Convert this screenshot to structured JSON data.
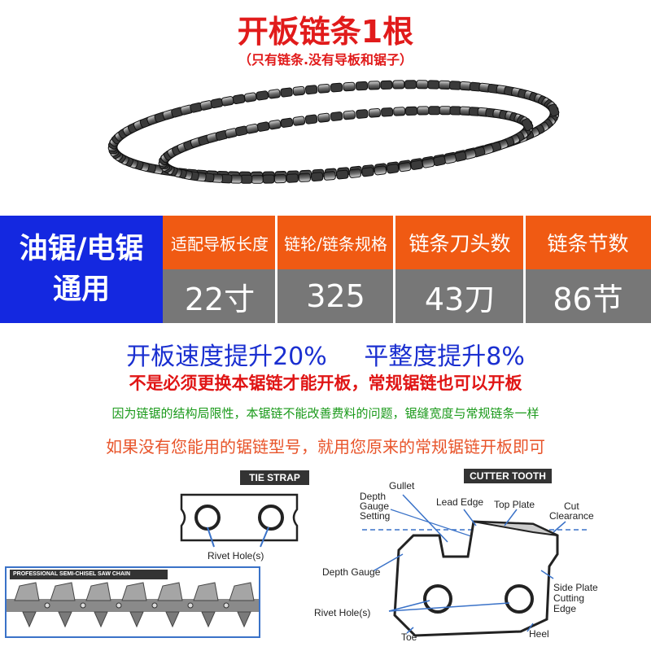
{
  "header": {
    "title": "开板链条1根",
    "subtitle": "（只有链条.没有导板和锯子）"
  },
  "spec_table": {
    "left_label_line1": "油锯/电锯",
    "left_label_line2": "通用",
    "columns": [
      {
        "header": "适配导板长度",
        "value": "22寸"
      },
      {
        "header": "链轮/链条规格",
        "value": "325"
      },
      {
        "header": "链条刀头数",
        "value": "43刀"
      },
      {
        "header": "链条节数",
        "value": "86节"
      }
    ],
    "colors": {
      "left": "#1428e0",
      "header": "#f05a13",
      "value": "#777777"
    }
  },
  "notes": {
    "speed": "开板速度提升20%",
    "flatness": "平整度提升8%",
    "line2": "不是必须更换本锯链才能开板，常规锯链也可以开板",
    "line3": "因为链锯的结构局限性，本锯链不能改善费料的问题，锯缝宽度与常规链条一样",
    "line4": "如果没有您能用的锯链型号，就用您原来的常规锯链开板即可"
  },
  "diagram": {
    "tie_strap_title": "TIE STRAP",
    "tie_strap_caption": "Rivet Hole(s)",
    "chain_strip_title": "PROFESSIONAL SEMI-CHISEL SAW CHAIN",
    "cutter_title": "CUTTER TOOTH",
    "labels": {
      "gullet": "Gullet",
      "depth_gauge_setting_1": "Depth",
      "depth_gauge_setting_2": "Gauge",
      "depth_gauge_setting_3": "Setting",
      "lead_edge": "Lead Edge",
      "top_plate": "Top Plate",
      "cut_clearance_1": "Cut",
      "cut_clearance_2": "Clearance",
      "depth_gauge": "Depth Gauge",
      "side_plate_1": "Side Plate",
      "side_plate_2": "Cutting",
      "side_plate_3": "Edge",
      "rivet_holes": "Rivet Hole(s)",
      "toe": "Toe",
      "heel": "Heel"
    }
  }
}
